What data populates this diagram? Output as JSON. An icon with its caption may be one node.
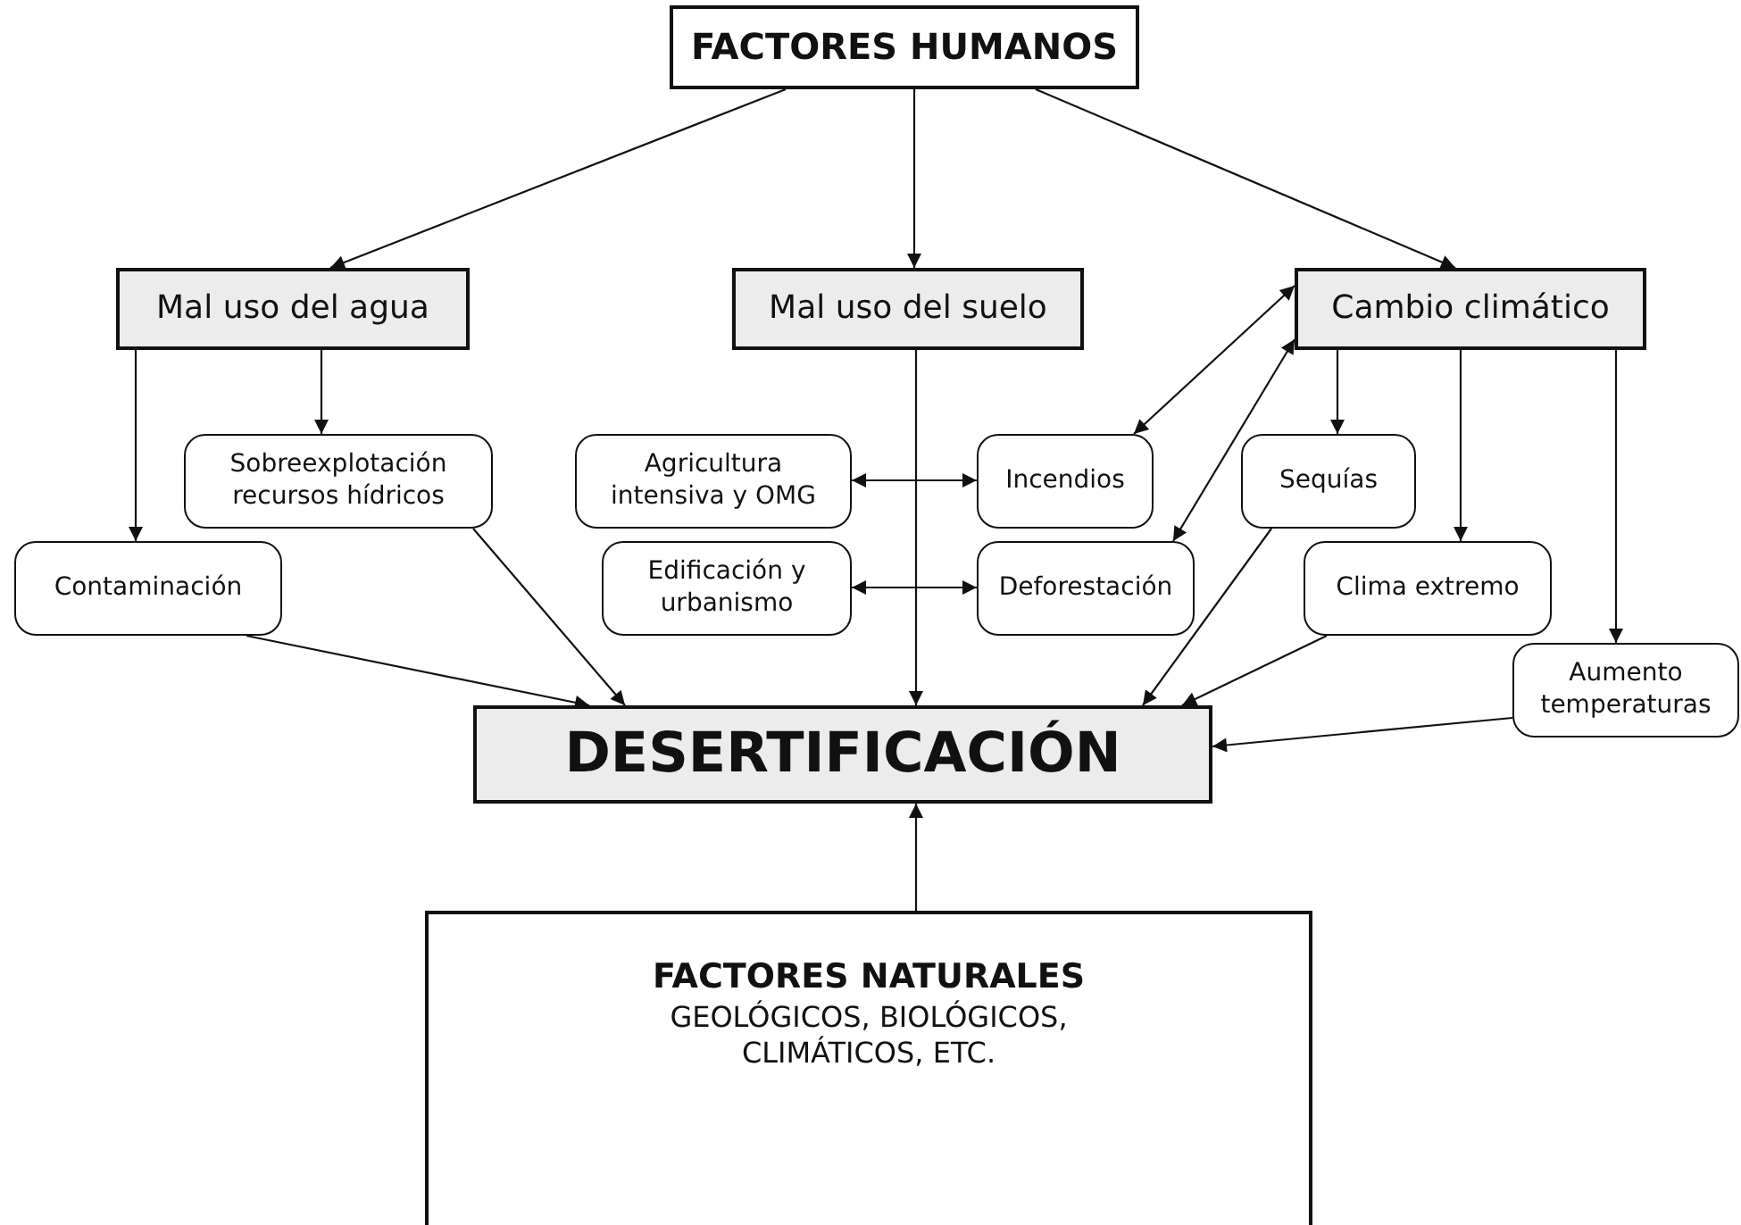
{
  "diagram": {
    "nodes": [
      {
        "text": [
          "FACTORES HUMANOS"
        ]
      },
      {
        "text": [
          "Mal uso del agua"
        ]
      },
      {
        "text": [
          "Mal uso del suelo"
        ]
      },
      {
        "text": [
          "Cambio climático"
        ]
      },
      {
        "text": [
          "Sobreexplotación recursos hídricos"
        ]
      },
      {
        "text": [
          "Agricultura intensiva y OMG"
        ]
      },
      {
        "text": [
          "Incendios"
        ]
      },
      {
        "text": [
          "Sequías"
        ]
      },
      {
        "text": [
          "Contaminación"
        ]
      },
      {
        "text": [
          "Edificación y urbanismo"
        ]
      },
      {
        "text": [
          "Deforestación"
        ]
      },
      {
        "text": [
          "Clima extremo"
        ]
      },
      {
        "text": [
          "Aumento temperaturas"
        ]
      },
      {
        "text": [
          "DESERTIFICACIÓN"
        ]
      },
      {
        "text": [
          "FACTORES NATURALES",
          "GEOLÓGICOS, BIOLÓGICOS, CLIMÁTICOS, ETC."
        ]
      }
    ],
    "edges": [
      {
        "from": 0,
        "to": 1,
        "arrow": "to"
      },
      {
        "from": 0,
        "to": 2,
        "arrow": "to"
      },
      {
        "from": 0,
        "to": 3,
        "arrow": "to"
      },
      {
        "from": 1,
        "to": 8,
        "arrow": "to"
      },
      {
        "from": 1,
        "to": 4,
        "arrow": "to"
      },
      {
        "from": 3,
        "to": 7,
        "arrow": "to"
      },
      {
        "from": 3,
        "to": 11,
        "arrow": "to"
      },
      {
        "from": 3,
        "to": 12,
        "arrow": "to"
      },
      {
        "from": 5,
        "to": 6,
        "arrow": "both"
      },
      {
        "from": 9,
        "to": 10,
        "arrow": "both"
      },
      {
        "from": 6,
        "to": 3,
        "arrow": "both"
      },
      {
        "from": 10,
        "to": 3,
        "arrow": "both"
      },
      {
        "from": 8,
        "to": 13,
        "arrow": "to"
      },
      {
        "from": 4,
        "to": 13,
        "arrow": "to"
      },
      {
        "from": 2,
        "to": 13,
        "arrow": "to"
      },
      {
        "from": 7,
        "to": 13,
        "arrow": "to"
      },
      {
        "from": 11,
        "to": 13,
        "arrow": "to"
      },
      {
        "from": 12,
        "to": 13,
        "arrow": "to"
      },
      {
        "from": 14,
        "to": 13,
        "arrow": "to"
      }
    ]
  }
}
